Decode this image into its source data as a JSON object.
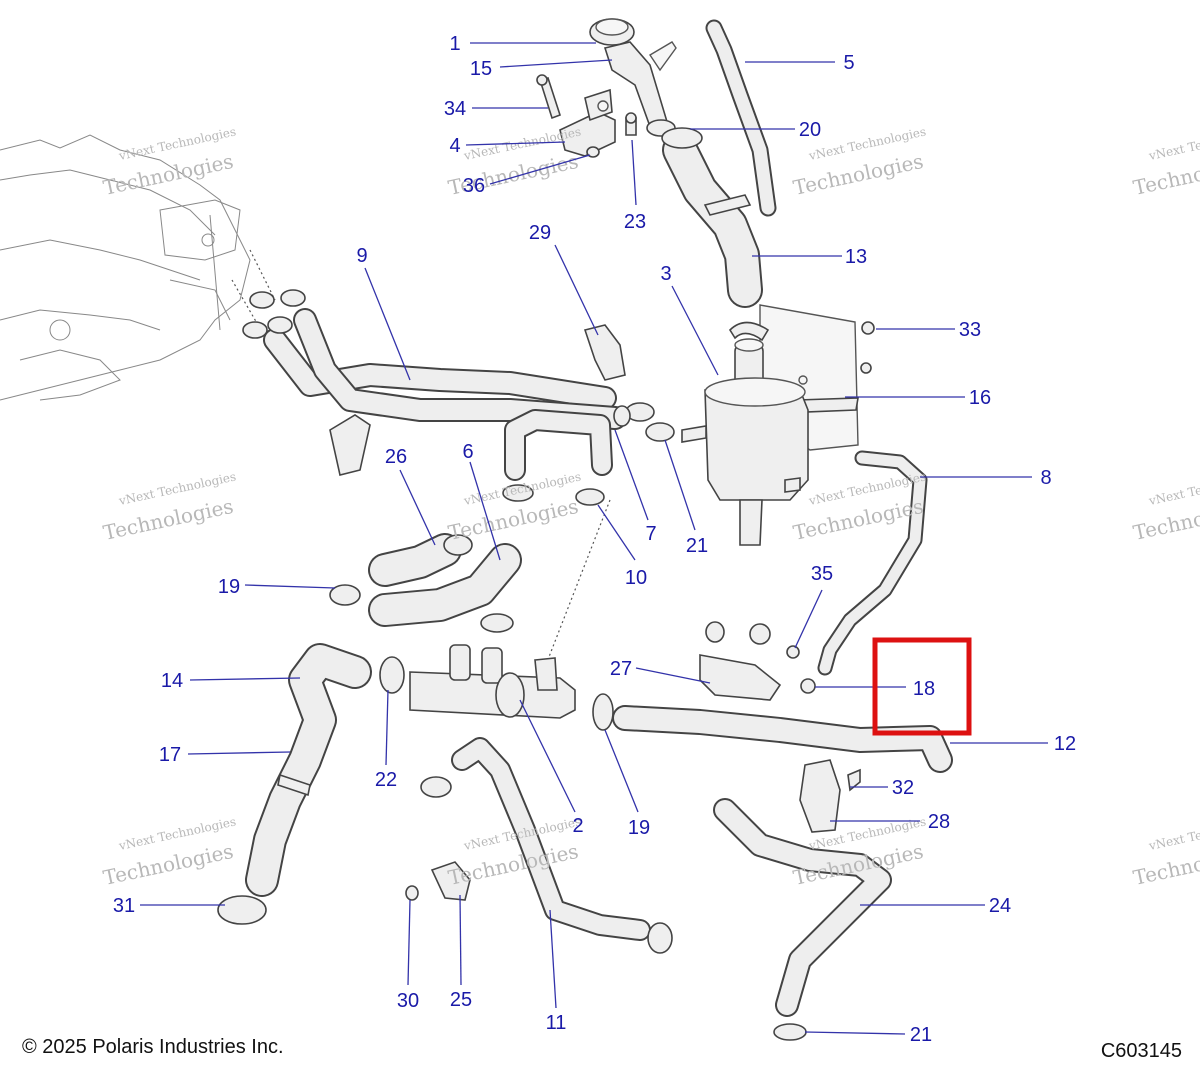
{
  "copyright": "© 2025 Polaris Industries Inc.",
  "figure_code": "C603145",
  "watermark": {
    "line1": "vNext Technologies",
    "line2": "Technologies"
  },
  "highlight_color": "#dd1111",
  "label_color": "#1a1aa8",
  "highlighted_callout": "18",
  "callouts": [
    {
      "id": "c1",
      "text": "1"
    },
    {
      "id": "c15",
      "text": "15"
    },
    {
      "id": "c34",
      "text": "34"
    },
    {
      "id": "c4",
      "text": "4"
    },
    {
      "id": "c36",
      "text": "36"
    },
    {
      "id": "c5",
      "text": "5"
    },
    {
      "id": "c20",
      "text": "20"
    },
    {
      "id": "c23",
      "text": "23"
    },
    {
      "id": "c13",
      "text": "13"
    },
    {
      "id": "c29",
      "text": "29"
    },
    {
      "id": "c9",
      "text": "9"
    },
    {
      "id": "c3",
      "text": "3"
    },
    {
      "id": "c33",
      "text": "33"
    },
    {
      "id": "c16",
      "text": "16"
    },
    {
      "id": "c8",
      "text": "8"
    },
    {
      "id": "c26",
      "text": "26"
    },
    {
      "id": "c6",
      "text": "6"
    },
    {
      "id": "c7",
      "text": "7"
    },
    {
      "id": "c21a",
      "text": "21"
    },
    {
      "id": "c10",
      "text": "10"
    },
    {
      "id": "c19a",
      "text": "19"
    },
    {
      "id": "c35",
      "text": "35"
    },
    {
      "id": "c27",
      "text": "27"
    },
    {
      "id": "c18",
      "text": "18"
    },
    {
      "id": "c14",
      "text": "14"
    },
    {
      "id": "c12",
      "text": "12"
    },
    {
      "id": "c17",
      "text": "17"
    },
    {
      "id": "c22",
      "text": "22"
    },
    {
      "id": "c2",
      "text": "2"
    },
    {
      "id": "c19b",
      "text": "19"
    },
    {
      "id": "c32",
      "text": "32"
    },
    {
      "id": "c28",
      "text": "28"
    },
    {
      "id": "c31",
      "text": "31"
    },
    {
      "id": "c24",
      "text": "24"
    },
    {
      "id": "c30",
      "text": "30"
    },
    {
      "id": "c25",
      "text": "25"
    },
    {
      "id": "c11",
      "text": "11"
    },
    {
      "id": "c21b",
      "text": "21"
    }
  ]
}
